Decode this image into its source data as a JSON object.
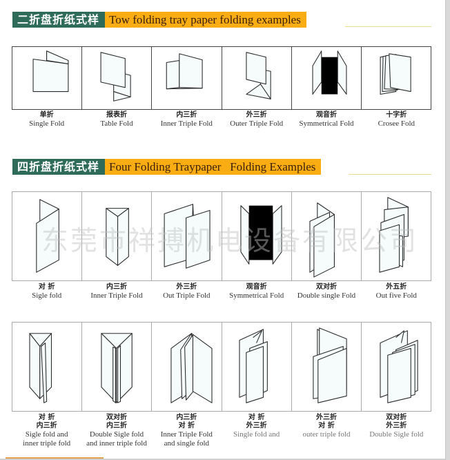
{
  "section1": {
    "title_cn": "二折盘折纸式样",
    "title_en": "Tow folding tray paper folding examples",
    "items": [
      {
        "cn": "单折",
        "en": "Single Fold",
        "icon": "single-fold-icon"
      },
      {
        "cn": "报表折",
        "en": "Table Fold",
        "icon": "table-fold-icon"
      },
      {
        "cn": "内三折",
        "en": "Inner Triple Fold",
        "icon": "inner-triple-fold-icon"
      },
      {
        "cn": "外三折",
        "en": "Outer Triple Fold",
        "icon": "outer-triple-fold-icon"
      },
      {
        "cn": "观音折",
        "en": "Symmetrical Fold",
        "icon": "symmetrical-fold-icon"
      },
      {
        "cn": "十字折",
        "en": "Crosee Fold",
        "icon": "cross-fold-icon"
      }
    ]
  },
  "section2": {
    "title_cn": "四折盘折纸式样",
    "title_en": "Four Folding Traypaper   Folding Examples",
    "row1": [
      {
        "cn": "对 折",
        "en": "Sigle fold",
        "icon": "sigle-fold-icon"
      },
      {
        "cn": "内三折",
        "en": "Inner Triple Fold",
        "icon": "inner-triple-fold-icon"
      },
      {
        "cn": "外三折",
        "en": "Out Triple Fold",
        "icon": "out-triple-fold-icon"
      },
      {
        "cn": "观音折",
        "en": "Symmetrical Fold",
        "icon": "symmetrical-fold-icon"
      },
      {
        "cn": "双对折",
        "en": "Double single Fold",
        "icon": "double-single-fold-icon"
      },
      {
        "cn": "外五折",
        "en": "Out five  Fold",
        "icon": "out-five-fold-icon"
      }
    ],
    "row2": [
      {
        "cn1": "对 折",
        "cn2": "内三折",
        "en1": "Sigle fold and",
        "en2": "inner triple fold",
        "icon": "sigle-and-inner-triple-fold-icon"
      },
      {
        "cn1": "双对折",
        "cn2": "内三折",
        "en1": "Double Sigle fold",
        "en2": "and inner triple fold",
        "icon": "double-sigle-and-inner-triple-fold-icon"
      },
      {
        "cn1": "内三折",
        "cn2": "对 折",
        "en1": "Inner Triple Fold",
        "en2": "and single fold",
        "icon": "inner-triple-and-single-fold-icon"
      },
      {
        "cn1": "对 折",
        "cn2": "外三折",
        "en1": "Single fold and",
        "en2": "",
        "icon": "single-and-outer-triple-fold-icon"
      },
      {
        "cn1": "外三折",
        "cn2": "对 折",
        "en1": "outer triple fold",
        "en2": "",
        "icon": "outer-triple-and-single-fold-icon"
      },
      {
        "cn1": "双对折",
        "cn2": "外三折",
        "en1": "Double Sigle fold",
        "en2": "",
        "icon": "double-sigle-and-outer-triple-fold-icon"
      }
    ]
  },
  "watermark": "东莞市祥搏机电设备有限公司",
  "colors": {
    "header_green": "#2e6b58",
    "header_orange": "#f9ad12",
    "header_text_dark": "#3b1f0a"
  }
}
